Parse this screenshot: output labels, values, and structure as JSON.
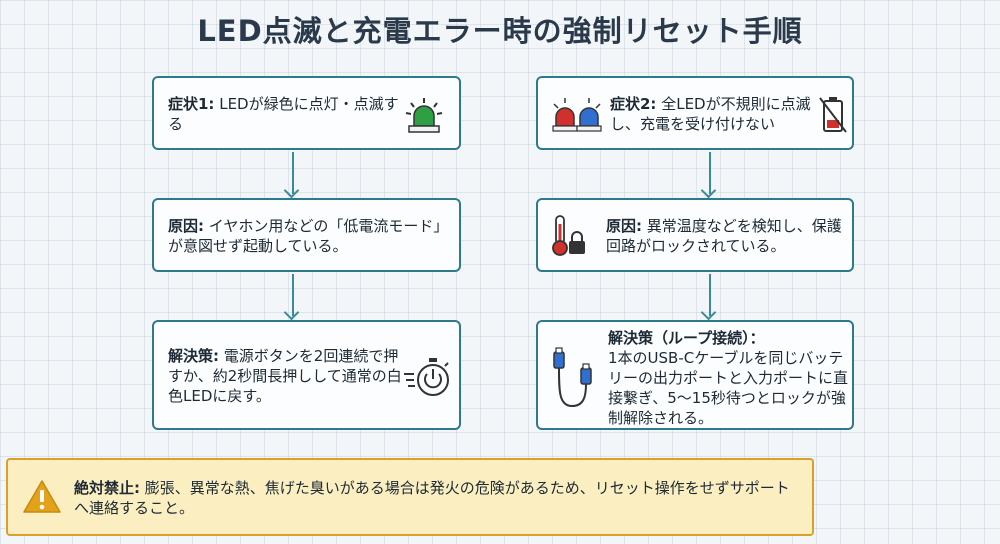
{
  "title": "LED点滅と充電エラー時の強制リセット手順",
  "left": {
    "symptom": {
      "label": "症状1:",
      "text": "LEDが緑色に点灯・点滅する"
    },
    "cause": {
      "label": "原因:",
      "text": "イヤホン用などの「低電流モード」が意図せず起動している。"
    },
    "solution": {
      "label": "解決策:",
      "text": "電源ボタンを2回連続で押すか、約2秒間長押しして通常の白色LEDに戻す。"
    }
  },
  "right": {
    "symptom": {
      "label": "症状2:",
      "text": "全LEDが不規則に点滅し、充電を受け付けない"
    },
    "cause": {
      "label": "原因:",
      "text": "異常温度などを検知し、保護回路がロックされている。"
    },
    "solution": {
      "label": "解決策（ループ接続）：",
      "text": "1本のUSB-Cケーブルを同じバッテリーの出力ポートと入力ポートに直接繋ぎ、5〜15秒待つとロックが強制解除される。"
    }
  },
  "warning": {
    "label": "絶対禁止:",
    "text": "膨張、異常な熱、焦げた臭いがある場合は発火の危険があるため、リセット操作をせずサポートへ連絡すること。"
  },
  "colors": {
    "border": "#2f7a8a",
    "warn_bg": "#fbefc2",
    "warn_border": "#d9a12a",
    "green": "#2ea043",
    "red": "#d0312d",
    "blue": "#2f6fd0"
  }
}
